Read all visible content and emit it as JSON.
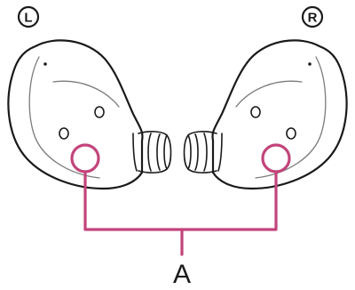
{
  "left_marker": "L",
  "right_marker": "R",
  "callout_label": "A",
  "colors": {
    "outline": "#1a1a1a",
    "callout": "#c2447a"
  }
}
